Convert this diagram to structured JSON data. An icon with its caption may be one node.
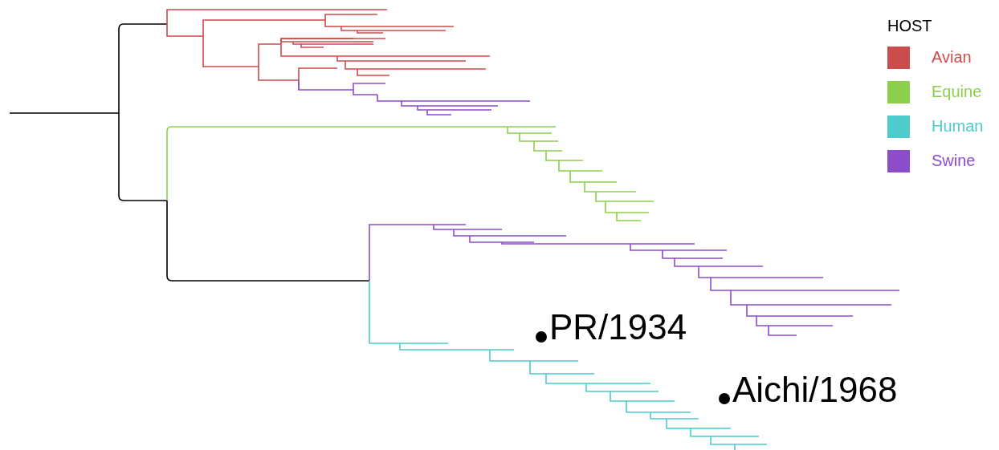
{
  "diagram": {
    "labels": [
      "HOST",
      "PR/1934",
      "Aichi/1968"
    ],
    "legend": [
      {
        "text": "Avian",
        "color": "#cc4c4c"
      },
      {
        "text": "Equine",
        "color": "#8ccf4c"
      },
      {
        "text": "Human",
        "color": "#4ccccc"
      },
      {
        "text": "Swine",
        "color": "#8c4ccc"
      }
    ]
  }
}
